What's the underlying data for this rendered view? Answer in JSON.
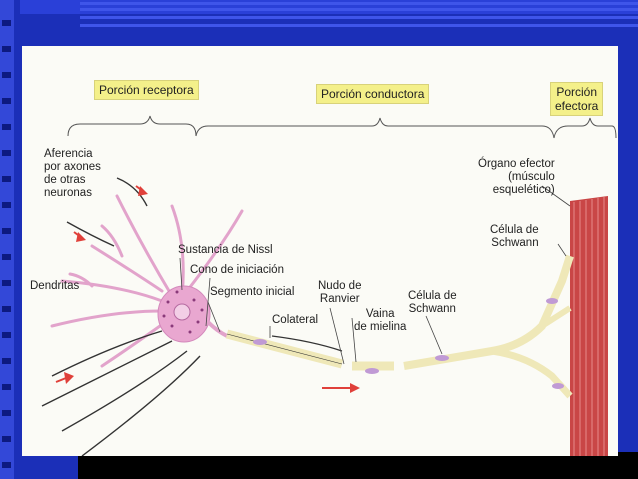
{
  "sections": {
    "receptora": "Porción receptora",
    "conductora": "Porción conductora",
    "efectora": "Porción\nefectora"
  },
  "labels": {
    "aferencia": "Aferencia\npor axones\nde otras\nneuronas",
    "dendritas": "Dendritas",
    "nissl": "Sustancia de Nissl",
    "cono": "Cono de iniciación",
    "segmento": "Segmento inicial",
    "colateral": "Colateral",
    "nudo": "Nudo de\nRanvier",
    "vaina": "Vaina\nde mielina",
    "schwann1": "Célula de\nSchwann",
    "organo": "Órgano efector\n(músculo\nesquelético)",
    "schwann2": "Célula de\nSchwann"
  },
  "colors": {
    "background": "#1b2fb8",
    "panel": "#fbfbf6",
    "tag_fill": "#f4f08a",
    "neuron": "#e8a6cf",
    "myelin": "#efe8b8",
    "muscle": "#c83c3c",
    "arrow": "#e0403a"
  }
}
